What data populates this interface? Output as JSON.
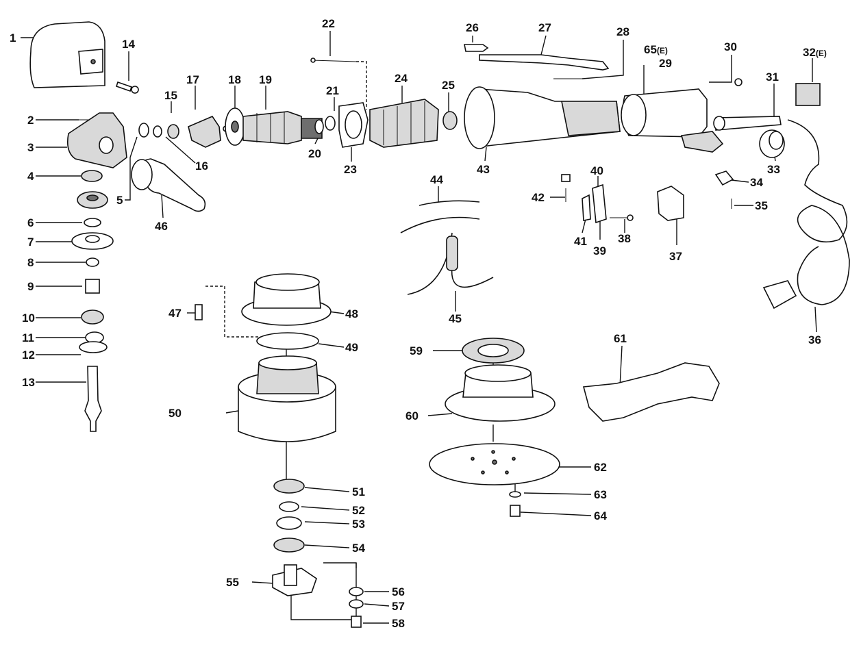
{
  "diagram": {
    "labels": {
      "n1": "1",
      "n2": "2",
      "n3": "3",
      "n4": "4",
      "n5": "5",
      "n6": "6",
      "n7": "7",
      "n8": "8",
      "n9": "9",
      "n10": "10",
      "n11": "11",
      "n12": "12",
      "n13": "13",
      "n14": "14",
      "n15": "15",
      "n16": "16",
      "n17": "17",
      "n18": "18",
      "n19": "19",
      "n20": "20",
      "n21": "21",
      "n22": "22",
      "n23": "23",
      "n24": "24",
      "n25": "25",
      "n26": "26",
      "n27": "27",
      "n28": "28",
      "n29": "29",
      "n30": "30",
      "n31": "31",
      "n32": "32",
      "n32_suffix": "(E)",
      "n33": "33",
      "n34": "34",
      "n35": "35",
      "n36": "36",
      "n37": "37",
      "n38": "38",
      "n39": "39",
      "n40": "40",
      "n41": "41",
      "n42": "42",
      "n43": "43",
      "n44": "44",
      "n45": "45",
      "n46": "46",
      "n47": "47",
      "n48": "48",
      "n49": "49",
      "n50": "50",
      "n51": "51",
      "n52": "52",
      "n53": "53",
      "n54": "54",
      "n55": "55",
      "n56": "56",
      "n57": "57",
      "n58": "58",
      "n59": "59",
      "n60": "60",
      "n61": "61",
      "n62": "62",
      "n63": "63",
      "n64": "64",
      "n65": "65",
      "n65_suffix": "(E)"
    },
    "colors": {
      "ink": "#111111",
      "paper": "#ffffff",
      "shade": "#d9d9d9"
    }
  }
}
